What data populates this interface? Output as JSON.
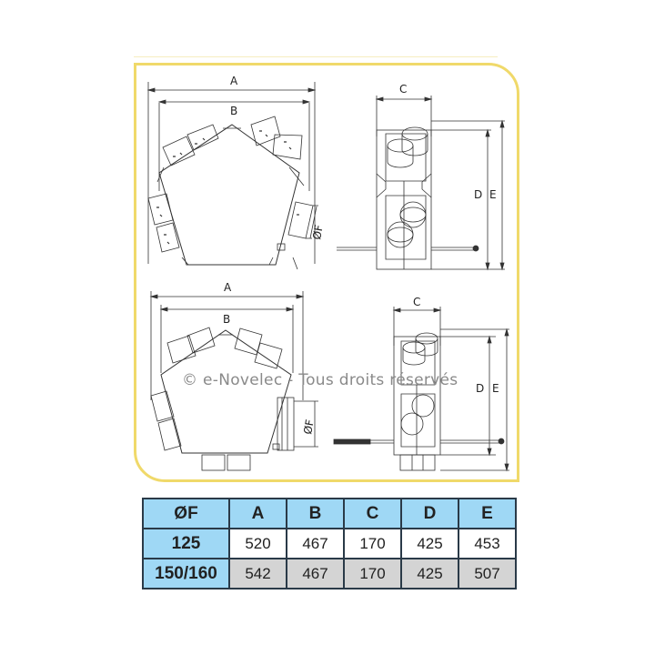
{
  "drawing": {
    "top_plan": {
      "dim_outer": "A",
      "dim_inner": "B",
      "diameter_label": "ØF"
    },
    "top_side": {
      "width_label": "C",
      "height_inner": "D",
      "height_outer": "E"
    },
    "bottom_plan": {
      "dim_outer": "A",
      "dim_inner": "B",
      "diameter_label": "ØF"
    },
    "bottom_side": {
      "width_label": "C",
      "height_inner": "D",
      "height_outer": "E"
    },
    "watermark": "© e-Novelec - Tous droits réservés"
  },
  "table": {
    "headers": [
      "ØF",
      "A",
      "B",
      "C",
      "D",
      "E"
    ],
    "rows": [
      {
        "key": "125",
        "values": [
          "520",
          "467",
          "170",
          "425",
          "453"
        ]
      },
      {
        "key": "150/160",
        "values": [
          "542",
          "467",
          "170",
          "425",
          "507"
        ]
      }
    ]
  },
  "colors": {
    "frame": "#f0d96a",
    "header_bg": "#9fd8f5",
    "row_alt_bg": "#d4d4d4",
    "border": "#2a3a48"
  }
}
